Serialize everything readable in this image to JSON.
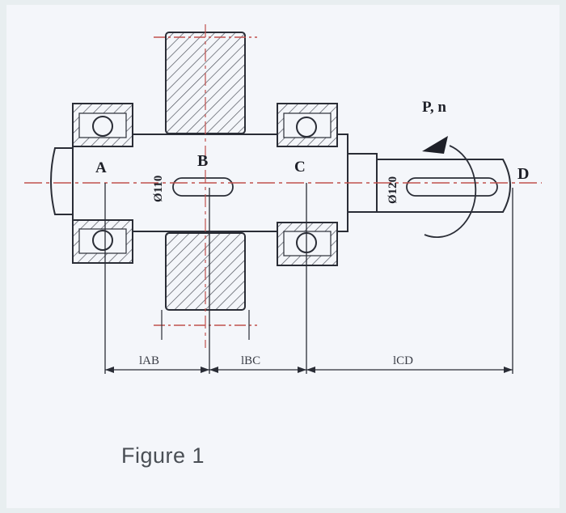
{
  "figure": {
    "caption": "Figure 1",
    "points": {
      "a": "A",
      "b": "B",
      "c": "C",
      "d": "D"
    },
    "load_label": "P, n",
    "diameters": {
      "d1": "Ø110",
      "d2": "Ø120"
    },
    "spans": {
      "ab": "lAB",
      "bc": "lBC",
      "cd": "lCD"
    }
  },
  "colors": {
    "background": "#e8eef0",
    "paper": "#f4f6fa",
    "line": "#2a2d36",
    "hatch": "#50535c",
    "centerline": "#c0504d"
  }
}
